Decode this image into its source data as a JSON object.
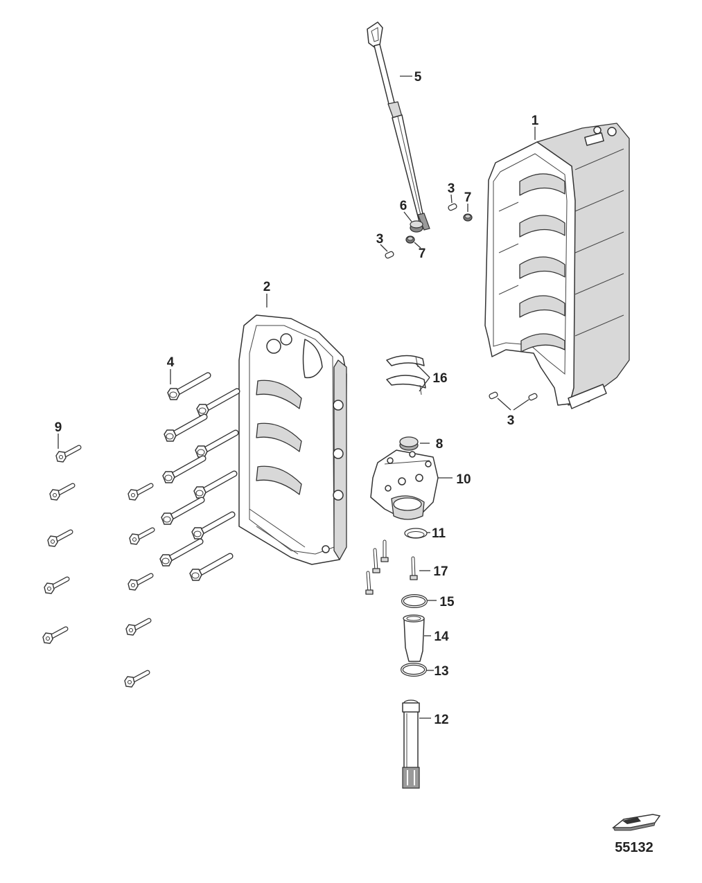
{
  "diagram": {
    "callouts": [
      {
        "id": "c1",
        "text": "1"
      },
      {
        "id": "c2",
        "text": "2"
      },
      {
        "id": "c3a",
        "text": "3"
      },
      {
        "id": "c3b",
        "text": "3"
      },
      {
        "id": "c3c",
        "text": "3"
      },
      {
        "id": "c4",
        "text": "4"
      },
      {
        "id": "c5",
        "text": "5"
      },
      {
        "id": "c6",
        "text": "6"
      },
      {
        "id": "c7a",
        "text": "7"
      },
      {
        "id": "c7b",
        "text": "7"
      },
      {
        "id": "c8",
        "text": "8"
      },
      {
        "id": "c9",
        "text": "9"
      },
      {
        "id": "c10",
        "text": "10"
      },
      {
        "id": "c11",
        "text": "11"
      },
      {
        "id": "c12",
        "text": "12"
      },
      {
        "id": "c13",
        "text": "13"
      },
      {
        "id": "c14",
        "text": "14"
      },
      {
        "id": "c15",
        "text": "15"
      },
      {
        "id": "c16",
        "text": "16"
      },
      {
        "id": "c17",
        "text": "17"
      }
    ],
    "figure_number": "55132",
    "icons": [
      "boat-icon"
    ]
  }
}
